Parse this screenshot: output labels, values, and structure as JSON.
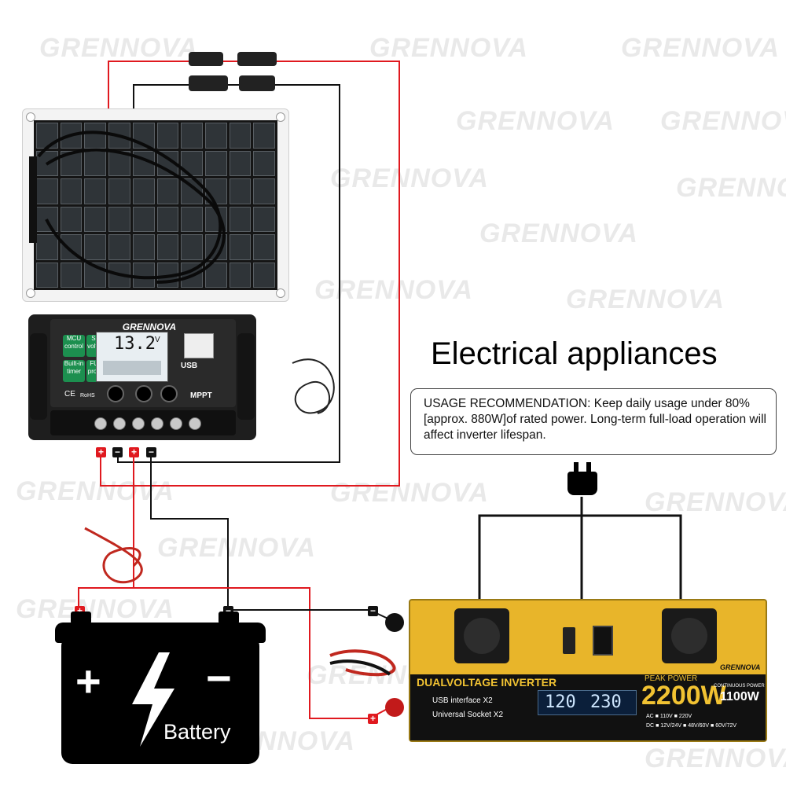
{
  "heading": "Electrical appliances",
  "usage_note": "USAGE RECOMMENDATION: Keep daily usage under 80% [approx. 880W]of rated power. Long-term full-load operation will affect inverter lifespan.",
  "watermark": "GRENNOVA",
  "controller": {
    "brand": "GRENNOVA",
    "lcd_value": "13.2",
    "lcd_unit": "V",
    "button_mcu": "MCU control",
    "button_set": "SET voltage",
    "button_timer": "Built-in timer",
    "button_protect": "FULL protect",
    "usb_label": "USB",
    "mppt_label": "MPPT",
    "ce_label": "CE",
    "rohs_label": "RoHS"
  },
  "terminals": {
    "positive_symbol": "+",
    "negative_symbol": "−"
  },
  "battery": {
    "label": "Battery",
    "plus_symbol": "+",
    "minus_symbol": "−"
  },
  "inverter": {
    "title": "DUALVOLTAGE INVERTER",
    "usb_line": "USB interface X2",
    "socket_line": "Universal Socket X2",
    "lcd_left": "120",
    "lcd_right": "230",
    "peak_label": "PEAK POWER",
    "peak_value": "2200W",
    "cont_label": "CONTINUOUS POWER",
    "cont_value": "1100W",
    "brand": "GRENNOVA",
    "ac_label": "AC",
    "ac_opt1": "110V",
    "ac_opt2": "220V",
    "dc_label": "DC",
    "dc_opt1": "12V/24V",
    "dc_opt2": "48V/60V",
    "dc_opt3": "60V/72V"
  },
  "colors": {
    "wire_red": "#e0191f",
    "wire_black": "#111111",
    "inverter_body": "#e8b52a"
  }
}
